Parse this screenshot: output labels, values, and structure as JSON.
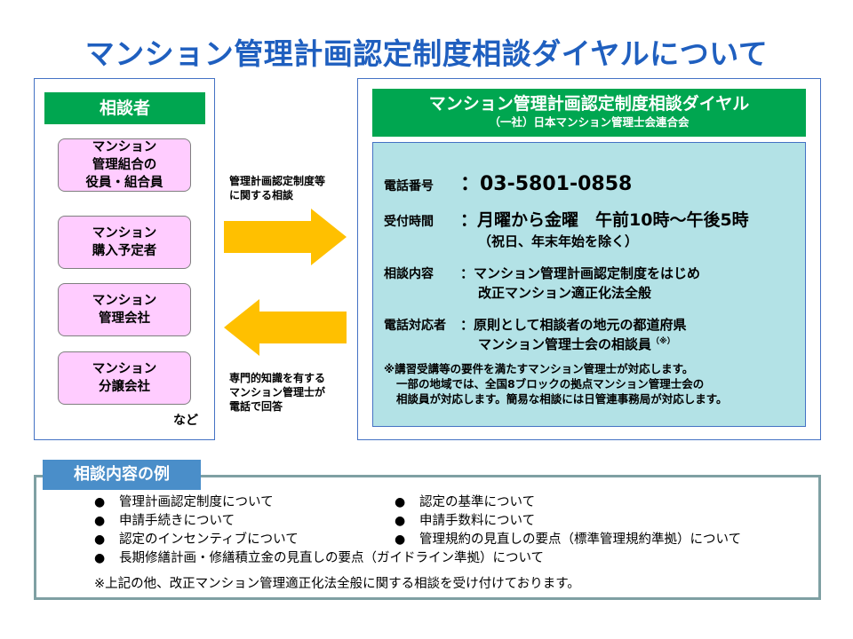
{
  "title": "マンション管理計画認定制度相談ダイヤルについて",
  "left": {
    "header": "相談者",
    "boxes": [
      "マンション\n管理組合の\n役員・組合員",
      "マンション\n購入予定者",
      "マンション\n管理会社",
      "マンション\n分譲会社"
    ],
    "etc": "など"
  },
  "arrows": {
    "right_label": "管理計画認定制度等\nに関する相談",
    "left_label": "専門的知識を有する\nマンション管理士が\n電話で回答",
    "color": "#ffc000"
  },
  "right": {
    "header_title": "マンション管理計画認定制度相談ダイヤル",
    "header_sub": "（一社）日本マンション管理士会連合会",
    "phone_label": "電話番号",
    "phone_value": "：03-5801-0858",
    "hours_label": "受付時間",
    "hours_value": "：月曜から金曜　午前10時～午後5時",
    "hours_note": "（祝日、年末年始を除く）",
    "content_label": "相談内容",
    "content_value_1": "：マンション管理計画認定制度をはじめ",
    "content_value_2": "改正マンション適正化法全般",
    "responder_label": "電話対応者",
    "responder_value_1": "：原則として相談者の地元の都道府県",
    "responder_value_2": "マンション管理士会の相談員",
    "responder_mark": "（※）",
    "note_1": "※講習受講等の要件を満たすマンション管理士が対応します。",
    "note_2": "一部の地域では、全国8ブロックの拠点マンション管理士会の",
    "note_3": "相談員が対応します。簡易な相談には日管連事務局が対応します。"
  },
  "examples": {
    "tag": "相談内容の例",
    "left_items": [
      "管理計画認定制度について",
      "申請手続きについて",
      "認定のインセンティブについて",
      "長期修繕計画・修繕積立金の見直しの要点（ガイドライン準拠）について"
    ],
    "right_items": [
      "認定の基準について",
      "申請手数料について",
      "管理規約の見直しの要点（標準管理規約準拠）について"
    ],
    "bullet": "●",
    "footnote": "※上記の他、改正マンション管理適正化法全般に関する相談を受け付けております。"
  },
  "colors": {
    "title": "#1f5fbf",
    "green": "#00a650",
    "pink": "#ffccff",
    "info_bg": "#b3e2e6",
    "tag_bg": "#4a8ec9"
  }
}
